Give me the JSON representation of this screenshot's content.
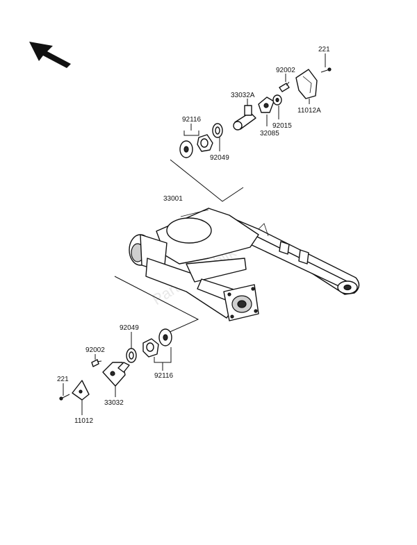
{
  "parts": {
    "p221_top": "221",
    "p92002_top": "92002",
    "p33032A": "33032A",
    "p11012A": "11012A",
    "p92116_top": "92116",
    "p32085": "32085",
    "p92015": "92015",
    "p92049_top": "92049",
    "p33001": "33001",
    "p92049_bot": "92049",
    "p92002_bot": "92002",
    "p221_bot": "221",
    "p92116_bot": "92116",
    "p33032": "33032",
    "p11012": "11012"
  },
  "watermark": "PartsRepublik",
  "colors": {
    "ink": "#111111",
    "background": "#ffffff"
  }
}
